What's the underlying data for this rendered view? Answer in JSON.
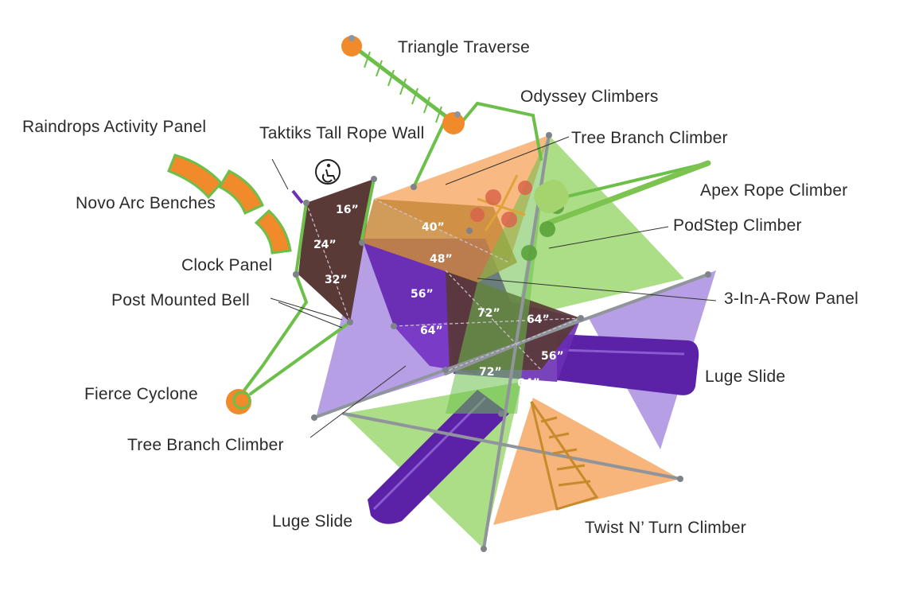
{
  "colors": {
    "green_frame": "#6cc04a",
    "green_canopy": "#8fd35f",
    "orange_canopy": "#f6a764",
    "purple": "#6a2fb5",
    "purple_light": "#a98ee0",
    "brown_deck": "#5a3a36",
    "post_gray": "#8f959b",
    "orange_part": "#f08a2a",
    "label_text": "#2b2b2b"
  },
  "labels": {
    "triangle_traverse": "Triangle Traverse",
    "odyssey_climbers": "Odyssey Climbers",
    "raindrops_panel": "Raindrops Activity Panel",
    "taktiks_rope_wall": "Taktiks Tall Rope Wall",
    "tree_branch_top": "Tree Branch Climber",
    "apex_rope": "Apex Rope Climber",
    "novo_benches": "Novo Arc Benches",
    "podstep": "PodStep Climber",
    "clock_panel": "Clock Panel",
    "three_in_a_row": "3-In-A-Row Panel",
    "post_bell": "Post Mounted Bell",
    "luge_right": "Luge Slide",
    "fierce_cyclone": "Fierce Cyclone",
    "tree_branch_bottom": "Tree Branch Climber",
    "luge_bottom": "Luge Slide",
    "twist_turn": "Twist N’ Turn Climber"
  },
  "deck_heights": {
    "h16": "16”",
    "h24": "24”",
    "h32": "32”",
    "h40": "40”",
    "h48": "48”",
    "h56a": "56”",
    "h64a": "64”",
    "h72a": "72”",
    "h64b": "64”",
    "h56b": "56”",
    "h72b": "72”",
    "h64c": "64”"
  },
  "icons": {
    "accessibility": "wheelchair-accessible-icon"
  }
}
